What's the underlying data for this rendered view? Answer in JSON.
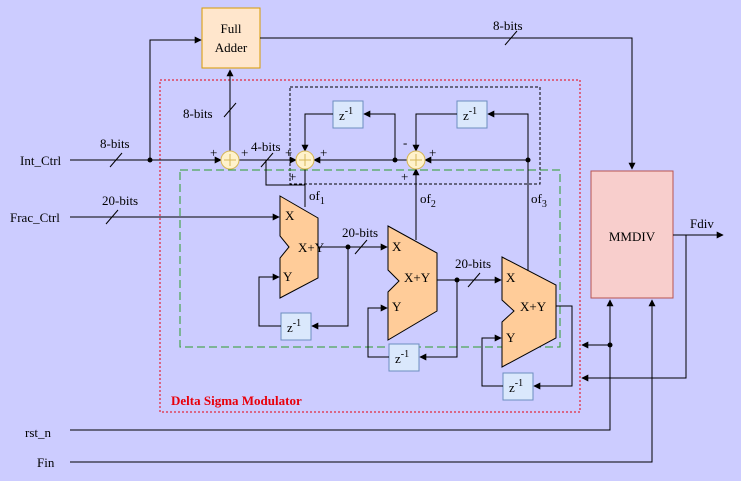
{
  "inputs": {
    "int_ctrl": "Int_Ctrl",
    "frac_ctrl": "Frac_Ctrl",
    "rst_n": "rst_n",
    "fin": "Fin"
  },
  "output": {
    "fdiv": "Fdiv"
  },
  "blocks": {
    "full_adder_line1": "Full",
    "full_adder_line2": "Adder",
    "mmdiv": "MMDIV",
    "delay_base": "z",
    "delay_exp": "-1",
    "accumulator": "X+Y",
    "port_x": "X",
    "port_y": "Y"
  },
  "bus_labels": {
    "int_8": "8-bits",
    "frac_20": "20-bits",
    "adder_out_8": "8-bits",
    "adder_in_8": "8-bits",
    "sum_4": "4-bits",
    "acc1_20": "20-bits",
    "acc2_20": "20-bits"
  },
  "signs": {
    "plus": "+",
    "minus": "-"
  },
  "overflow": {
    "base": "of",
    "idx1": "1",
    "idx2": "2",
    "idx3": "3"
  },
  "region_title": "Delta Sigma Modulator",
  "colors": {
    "background": "#CCCCFF",
    "full_adder_fill": "#FFE6CC",
    "full_adder_stroke": "#D79B00",
    "accumulator_fill": "#FFCC99",
    "delay_fill": "#DAE8FC",
    "delay_stroke": "#6C8EBF",
    "mmdiv_fill": "#F8CECC",
    "mmdiv_stroke": "#B85450",
    "summer_fill": "#FFF2CC",
    "summer_stroke": "#D6B656",
    "dsm_border": "#E8000B",
    "acc_border": "#2E9B2E"
  }
}
